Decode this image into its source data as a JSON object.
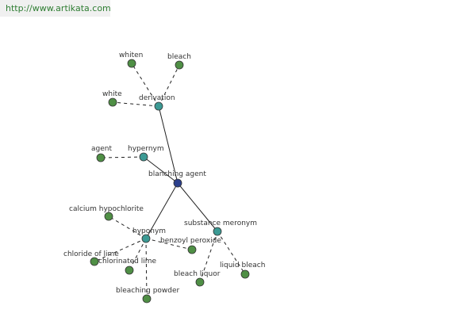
{
  "header": {
    "url": "http://www.artikata.com"
  },
  "colors": {
    "center": "#2b3f8c",
    "relation": "#3c9a94",
    "leaf": "#4f8f45",
    "edge": "#222222"
  },
  "graph": {
    "nodes": [
      {
        "id": "center",
        "label": "blanching agent",
        "kind": "center"
      },
      {
        "id": "derivation",
        "label": "derivation",
        "kind": "relation"
      },
      {
        "id": "hypernym",
        "label": "hypernym",
        "kind": "relation"
      },
      {
        "id": "hyponym",
        "label": "hyponym",
        "kind": "relation"
      },
      {
        "id": "substance_meronym",
        "label": "substance meronym",
        "kind": "relation"
      },
      {
        "id": "whiten",
        "label": "whiten",
        "kind": "leaf"
      },
      {
        "id": "bleach",
        "label": "bleach",
        "kind": "leaf"
      },
      {
        "id": "white",
        "label": "white",
        "kind": "leaf"
      },
      {
        "id": "agent",
        "label": "agent",
        "kind": "leaf"
      },
      {
        "id": "calcium_hypochlorite",
        "label": "calcium hypochlorite",
        "kind": "leaf"
      },
      {
        "id": "benzoyl_peroxide",
        "label": "benzoyl peroxide",
        "kind": "leaf"
      },
      {
        "id": "chloride_of_lime",
        "label": "chloride of lime",
        "kind": "leaf"
      },
      {
        "id": "chlorinated_lime",
        "label": "chlorinated lime",
        "kind": "leaf"
      },
      {
        "id": "bleaching_powder",
        "label": "bleaching powder",
        "kind": "leaf"
      },
      {
        "id": "bleach_liquor",
        "label": "bleach liquor",
        "kind": "leaf"
      },
      {
        "id": "liquid_bleach",
        "label": "liquid bleach",
        "kind": "leaf"
      }
    ],
    "edges": [
      {
        "from": "center",
        "to": "derivation",
        "style": "solid"
      },
      {
        "from": "center",
        "to": "hypernym",
        "style": "solid"
      },
      {
        "from": "center",
        "to": "hyponym",
        "style": "solid"
      },
      {
        "from": "center",
        "to": "substance_meronym",
        "style": "solid"
      },
      {
        "from": "derivation",
        "to": "whiten",
        "style": "dashed"
      },
      {
        "from": "derivation",
        "to": "bleach",
        "style": "dashed"
      },
      {
        "from": "derivation",
        "to": "white",
        "style": "dashed"
      },
      {
        "from": "hypernym",
        "to": "agent",
        "style": "dashed"
      },
      {
        "from": "hyponym",
        "to": "calcium_hypochlorite",
        "style": "dashed"
      },
      {
        "from": "hyponym",
        "to": "benzoyl_peroxide",
        "style": "dashed"
      },
      {
        "from": "hyponym",
        "to": "chloride_of_lime",
        "style": "dashed"
      },
      {
        "from": "hyponym",
        "to": "chlorinated_lime",
        "style": "dashed"
      },
      {
        "from": "hyponym",
        "to": "bleaching_powder",
        "style": "dashed"
      },
      {
        "from": "substance_meronym",
        "to": "bleach_liquor",
        "style": "dashed"
      },
      {
        "from": "substance_meronym",
        "to": "liquid_bleach",
        "style": "dashed"
      }
    ]
  }
}
